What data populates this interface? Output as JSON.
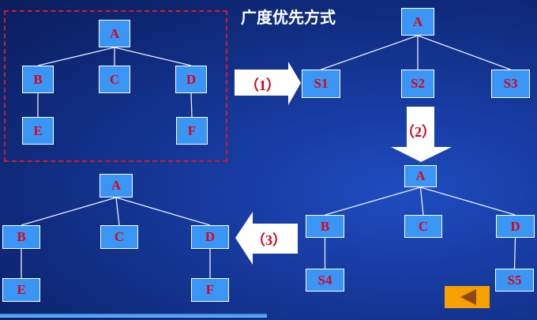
{
  "title": "广度优先方式",
  "arrows": {
    "step1": "（1）",
    "step2": "（2）",
    "step3": "（3）"
  },
  "trees": {
    "original": {
      "A": "A",
      "B": "B",
      "C": "C",
      "D": "D",
      "E": "E",
      "F": "F"
    },
    "step1": {
      "A": "A",
      "S1": "S1",
      "S2": "S2",
      "S3": "S3"
    },
    "step2": {
      "A": "A",
      "B": "B",
      "C": "C",
      "D": "D",
      "S4": "S4",
      "S5": "S5"
    },
    "step3": {
      "A": "A",
      "B": "B",
      "C": "C",
      "D": "D",
      "E": "E",
      "F": "F"
    }
  },
  "colors": {
    "node_fill": "#3a96f5",
    "node_text": "#e0001a",
    "back_button": "#f7a000",
    "dashed_frame": "#d21a2a"
  }
}
